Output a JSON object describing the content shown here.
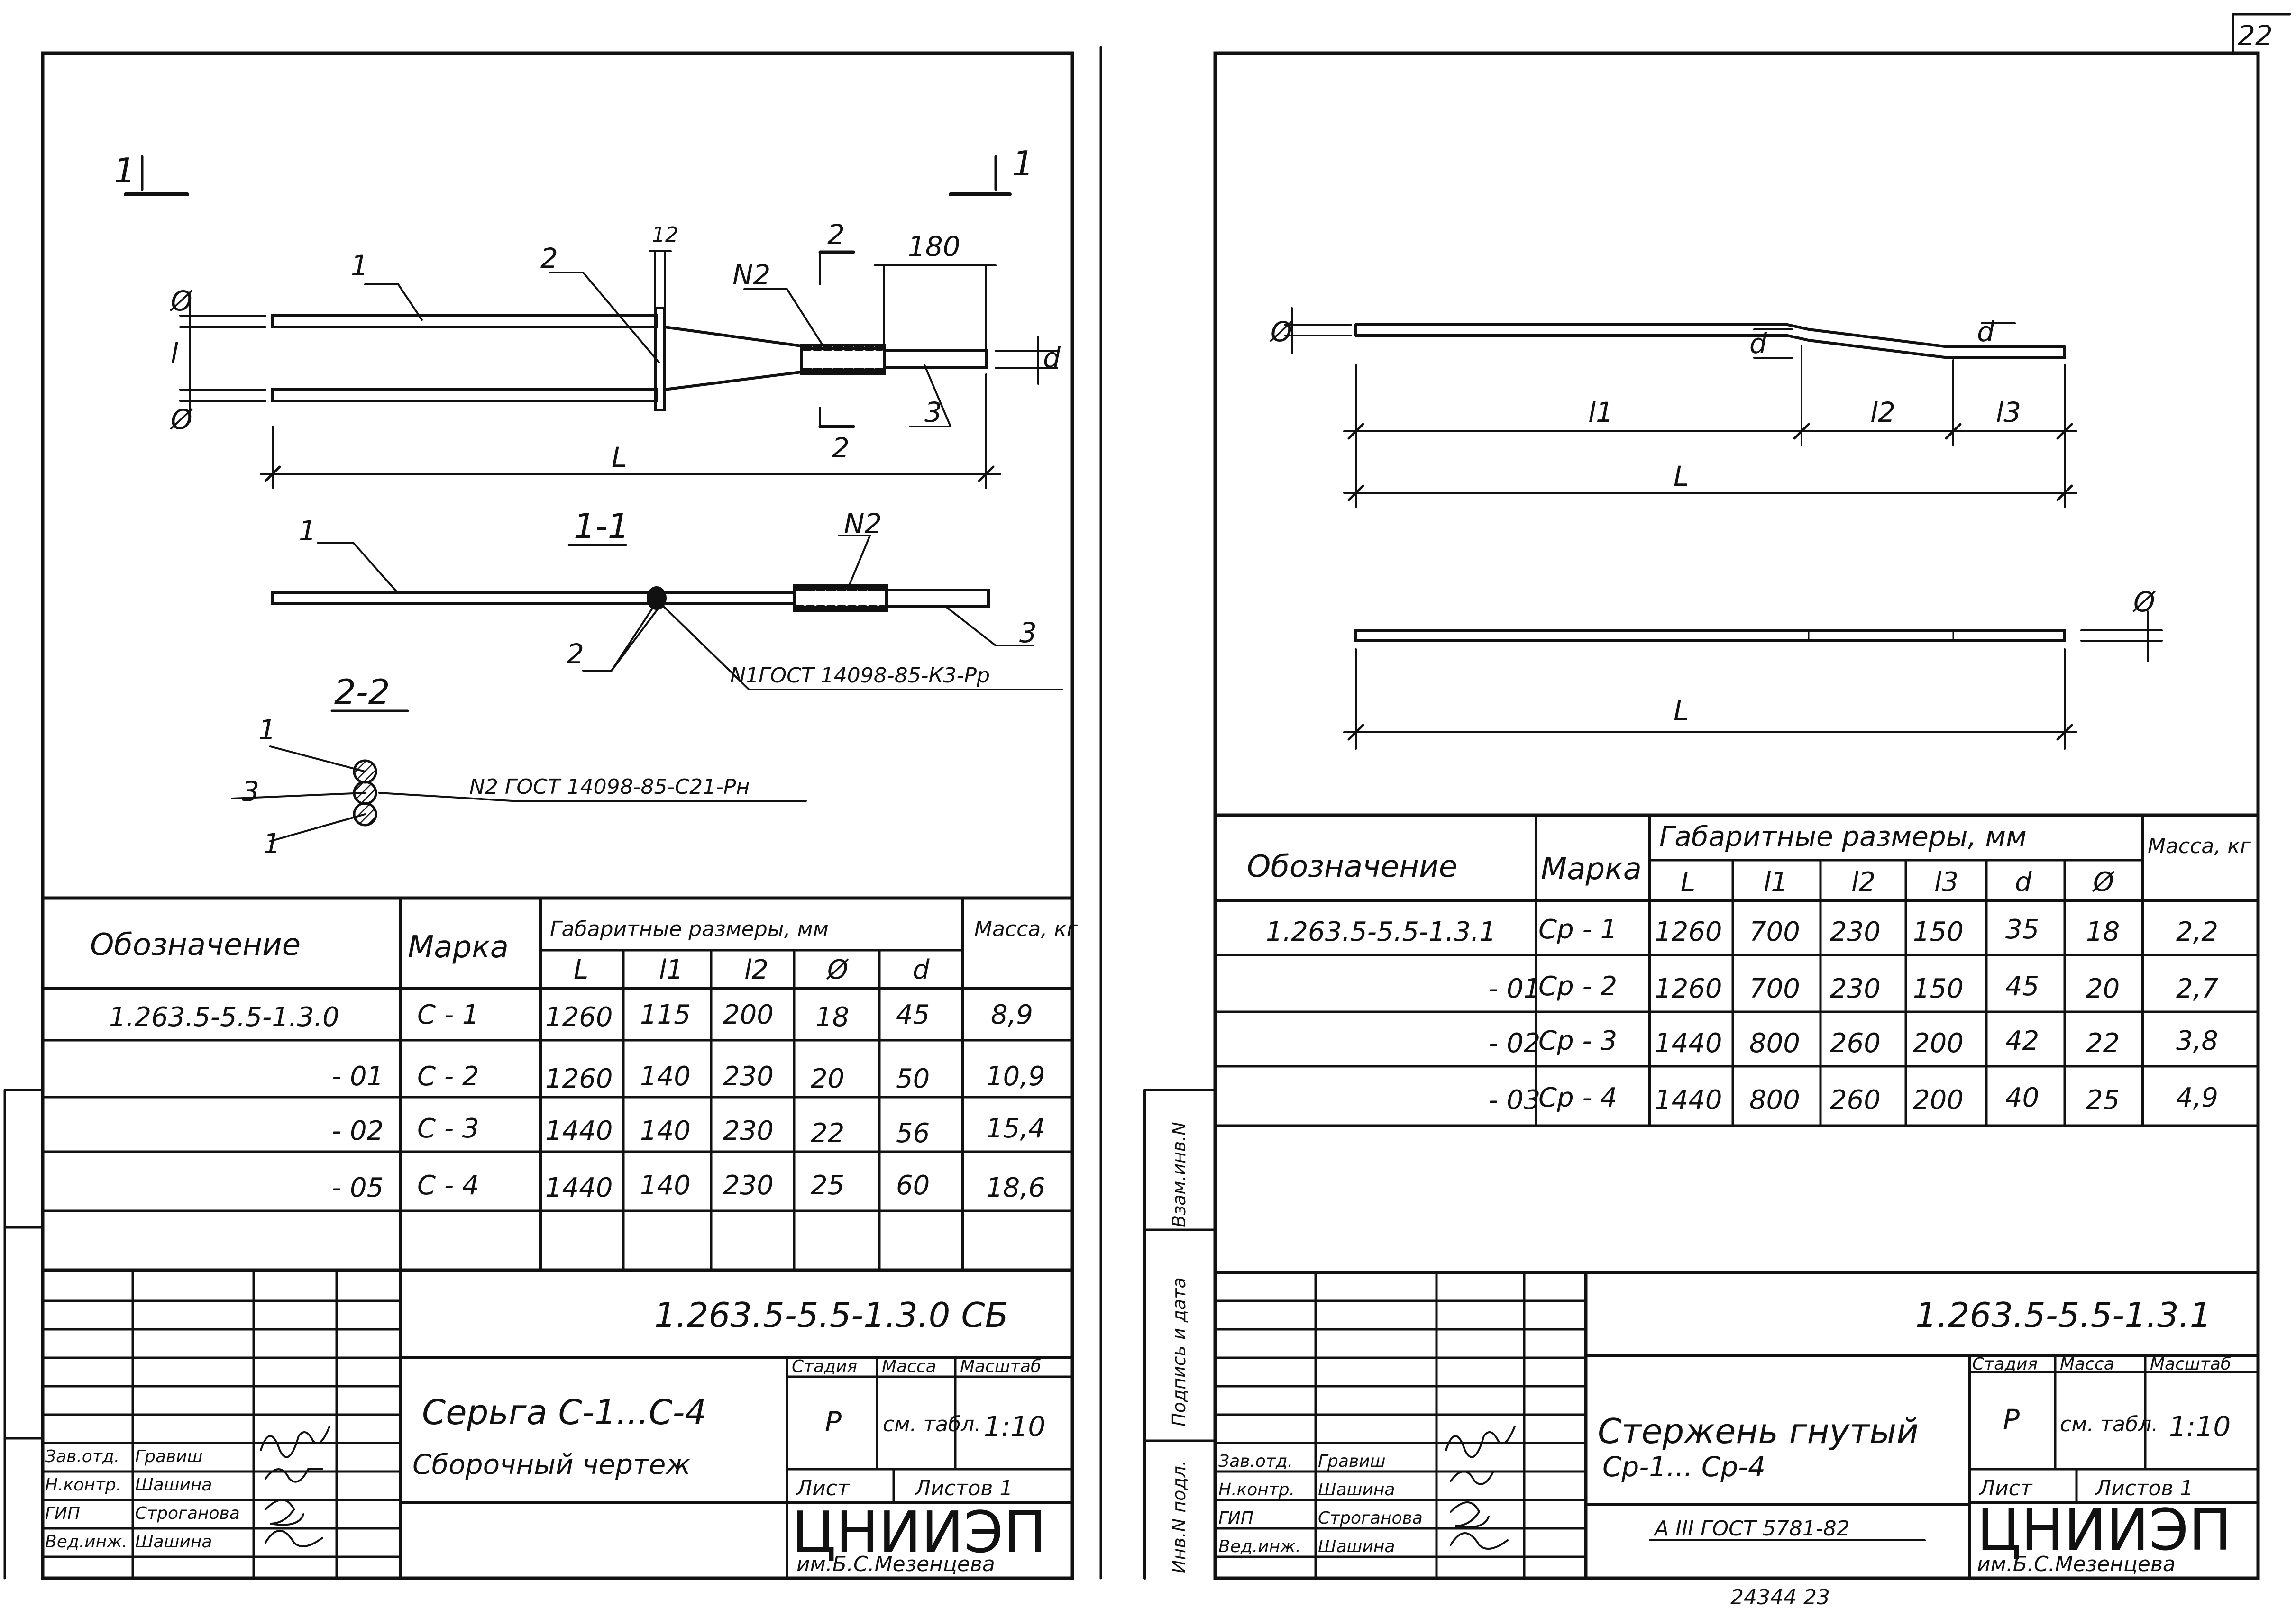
{
  "page_number": "22",
  "bottom_note": "24344  23",
  "left_sheet": {
    "section_marks": {
      "section_1": "1",
      "section_11": "1-1",
      "section_22": "2-2",
      "cut_2": "2"
    },
    "dimensions": {
      "d12": "12",
      "d180": "180",
      "L": "L",
      "l": "l",
      "phi": "Ø",
      "d": "d"
    },
    "callouts": {
      "p1": "1",
      "p2": "2",
      "p3": "3",
      "n2": "N2",
      "n1_label": "N1",
      "weld_n1": "ГОСТ 14098-85-К3-Рр",
      "weld_n2": "N2  ГОСТ 14098-85-С21-Рн"
    },
    "table": {
      "headers": {
        "designation": "Обозначение",
        "mark": "Марка",
        "dims": "Габаритные размеры, мм",
        "mass": "Масса, кг",
        "L": "L",
        "l1": "l1",
        "l2": "l2",
        "phi": "Ø",
        "d": "d"
      },
      "rows": [
        {
          "designation": "1.263.5-5.5-1.3.0",
          "mark": "С - 1",
          "L": "1260",
          "l1": "115",
          "l2": "200",
          "phi": "18",
          "d": "45",
          "mass": "8,9"
        },
        {
          "designation": "- 01",
          "mark": "С - 2",
          "L": "1260",
          "l1": "140",
          "l2": "230",
          "phi": "20",
          "d": "50",
          "mass": "10,9"
        },
        {
          "designation": "- 02",
          "mark": "С - 3",
          "L": "1440",
          "l1": "140",
          "l2": "230",
          "phi": "22",
          "d": "56",
          "mass": "15,4"
        },
        {
          "designation": "- 05",
          "mark": "С - 4",
          "L": "1440",
          "l1": "140",
          "l2": "230",
          "phi": "25",
          "d": "60",
          "mass": "18,6"
        }
      ]
    },
    "title_block": {
      "code": "1.263.5-5.5-1.3.0 СБ",
      "title_line1": "Серьга С-1...С-4",
      "title_line2": "Сборочный чертеж",
      "stage_label": "Стадия",
      "mass_label": "Масса",
      "scale_label": "Масштаб",
      "stage": "Р",
      "mass": "см. табл.",
      "scale": "1:10",
      "sheet_label": "Лист",
      "sheets_label": "Листов 1",
      "org": "ЦНИИЭП",
      "org_sub": "им.Б.С.Мезенцева",
      "roles": [
        {
          "role": "Зав.отд.",
          "name": "Гравиш"
        },
        {
          "role": "Н.контр.",
          "name": "Шашина"
        },
        {
          "role": "ГИП",
          "name": "Строганова"
        },
        {
          "role": "Вед.инж.",
          "name": "Шашина"
        }
      ]
    }
  },
  "right_sheet": {
    "dimensions": {
      "phi": "Ø",
      "d": "d",
      "l1": "l1",
      "l2": "l2",
      "l3": "l3",
      "L": "L"
    },
    "table": {
      "headers": {
        "designation": "Обозначение",
        "mark": "Марка",
        "dims": "Габаритные размеры, мм",
        "mass": "Масса, кг",
        "L": "L",
        "l1": "l1",
        "l2": "l2",
        "l3": "l3",
        "d": "d",
        "phi": "Ø"
      },
      "rows": [
        {
          "designation": "1.263.5-5.5-1.3.1",
          "mark": "Ср - 1",
          "L": "1260",
          "l1": "700",
          "l2": "230",
          "l3": "150",
          "d": "35",
          "phi": "18",
          "mass": "2,2"
        },
        {
          "designation": "- 01",
          "mark": "Ср - 2",
          "L": "1260",
          "l1": "700",
          "l2": "230",
          "l3": "150",
          "d": "45",
          "phi": "20",
          "mass": "2,7"
        },
        {
          "designation": "- 02",
          "mark": "Ср - 3",
          "L": "1440",
          "l1": "800",
          "l2": "260",
          "l3": "200",
          "d": "42",
          "phi": "22",
          "mass": "3,8"
        },
        {
          "designation": "- 03",
          "mark": "Ср - 4",
          "L": "1440",
          "l1": "800",
          "l2": "260",
          "l3": "200",
          "d": "40",
          "phi": "25",
          "mass": "4,9"
        }
      ]
    },
    "title_block": {
      "code": "1.263.5-5.5-1.3.1",
      "title_line1": "Стержень гнутый",
      "title_line2": "Ср-1... Ср-4",
      "material": "А III ГОСТ 5781-82",
      "stage_label": "Стадия",
      "mass_label": "Масса",
      "scale_label": "Масштаб",
      "stage": "Р",
      "mass": "см. табл.",
      "scale": "1:10",
      "sheet_label": "Лист",
      "sheets_label": "Листов 1",
      "org": "ЦНИИЭП",
      "org_sub": "им.Б.С.Мезенцева",
      "roles": [
        {
          "role": "Зав.отд.",
          "name": "Гравиш"
        },
        {
          "role": "Н.контр.",
          "name": "Шашина"
        },
        {
          "role": "ГИП",
          "name": "Строганова"
        },
        {
          "role": "Вед.инж.",
          "name": "Шашина"
        }
      ]
    },
    "side_stamp": {
      "s1": "Взам.инв.N",
      "s2": "Подпись и дата",
      "s3": "Инв.N подл."
    }
  },
  "colors": {
    "ink": "#111111",
    "paper": "#ffffff"
  }
}
